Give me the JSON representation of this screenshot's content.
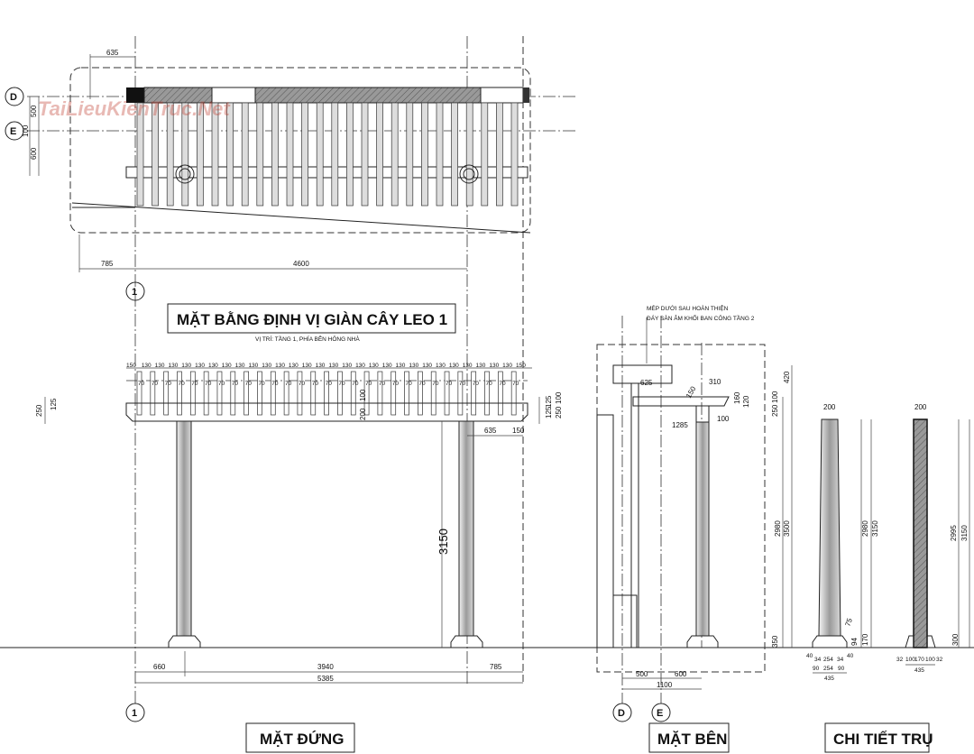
{
  "colors": {
    "line": "#222222",
    "column_fill": "#bbbbbb",
    "hatch": "#888888",
    "watermark": "#c0392b"
  },
  "watermark": "TaiLieuKienTruc.Net",
  "grid_axes": {
    "D": "D",
    "E": "E",
    "axis_1": "1"
  },
  "plan": {
    "title": "MẶT BẰNG ĐỊNH VỊ GIÀN CÂY LEO 1",
    "subtitle": "VỊ TRÍ: TẦNG 1, PHÍA BÊN HÔNG NHÀ",
    "dims": {
      "top_offset": "635",
      "left_500": "500",
      "left_100": "100",
      "left_600": "600",
      "bottom_left": "785",
      "bottom_span": "4600"
    }
  },
  "front_elevation": {
    "title": "MẶT ĐỨNG",
    "slat_spacing": [
      "150",
      "130",
      "130",
      "130",
      "130",
      "130",
      "130",
      "130",
      "130",
      "130",
      "130",
      "130",
      "130",
      "130",
      "130",
      "130",
      "130",
      "130",
      "130",
      "130",
      "130",
      "130",
      "130",
      "130",
      "130",
      "130",
      "130",
      "130",
      "130",
      "150"
    ],
    "slat_width": "70",
    "dims": {
      "beam_100": "100",
      "beam_200": "200",
      "right_635": "635",
      "right_150": "150",
      "right_125a": "125",
      "right_125b": "125",
      "right_250": "250",
      "right_100": "100",
      "left_250": "250",
      "left_125": "125",
      "height": "3150",
      "bottom_660": "660",
      "bottom_3940": "3940",
      "bottom_785": "785",
      "bottom_total": "5385"
    }
  },
  "side_elevation": {
    "title": "MẶT BÊN",
    "note_line1": "MÉP DƯỚI SAU HOÀN THIỆN",
    "note_line2": "ĐÁY SÀN ÂM KHỐI BAN CÔNG TẦNG 2",
    "dims": {
      "d625": "625",
      "d310": "310",
      "d1285": "1285",
      "d100": "100",
      "d150": "150",
      "d160": "160",
      "d120": "120",
      "d420": "420",
      "d100b": "100",
      "d250": "250",
      "d2980": "2980",
      "d3500": "3500",
      "d350": "350",
      "d500": "500",
      "d600": "600",
      "d1100": "1100"
    }
  },
  "column_detail": {
    "title": "CHI TIẾT TRỤ",
    "col1": {
      "top": "200",
      "h2980": "2980",
      "h3150": "3150",
      "d75": "75",
      "d170": "170",
      "d94": "94",
      "b40a": "40",
      "b34a": "34",
      "b254a": "254",
      "b34b": "34",
      "b40b": "40",
      "b90a": "90",
      "b254b": "254",
      "b90b": "90",
      "total": "435"
    },
    "col2": {
      "top": "200",
      "h2995": "2995",
      "h3150": "3150",
      "d300": "300",
      "b32a": "32",
      "b100a": "100",
      "b170": "170",
      "b100b": "100",
      "b32b": "32",
      "total": "435"
    }
  }
}
